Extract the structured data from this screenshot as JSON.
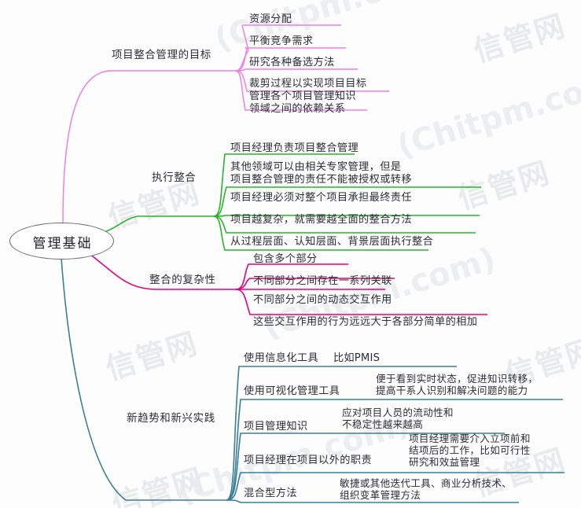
{
  "document": {
    "type": "mind-map",
    "root": "管理基础",
    "watermarks": [
      {
        "text": "(Chitpm.com)",
        "kind": "en"
      },
      {
        "text": "信管网",
        "kind": "cn"
      }
    ]
  },
  "colors": {
    "root_outline": "#6b6b6b",
    "branch_goal": "#ee7fe8",
    "branch_execute": "#28b52c",
    "branch_complexity": "#e6007e",
    "branch_trends": "#3a7f96",
    "text": "#2c2c38",
    "watermark": "#e9eaec",
    "background": "#fdfdfd"
  },
  "branches": [
    {
      "id": "goal",
      "label": "项目整合管理的目标",
      "color": "#ee7fe8",
      "children": [
        {
          "label": "资源分配"
        },
        {
          "label": "平衡竞争需求"
        },
        {
          "label": "研究各种备选方法"
        },
        {
          "label": "裁剪过程以实现项目目标"
        },
        {
          "label": "管理各个项目管理知识\n领域之间的依赖关系"
        }
      ]
    },
    {
      "id": "execute",
      "label": "执行整合",
      "color": "#28b52c",
      "children": [
        {
          "label": "项目经理负责项目整合管理"
        },
        {
          "label": "其他领域可以由相关专家管理，但是\n项目整合管理的责任不能被授权或转移"
        },
        {
          "label": "项目经理必须对整个项目承担最终责任"
        },
        {
          "label": "项目越复杂，就需要越全面的整合方法"
        },
        {
          "label": "从过程层面、认知层面、背景层面执行整合"
        }
      ]
    },
    {
      "id": "complexity",
      "label": "整合的复杂性",
      "color": "#e6007e",
      "children": [
        {
          "label": "包含多个部分"
        },
        {
          "label": "不同部分之间存在一系列关联"
        },
        {
          "label": "不同部分之间的动态交互作用"
        },
        {
          "label": "这些交互作用的行为远远大于各部分简单的相加"
        }
      ]
    },
    {
      "id": "trends",
      "label": "新趋势和新兴实践",
      "color": "#3a7f96",
      "children": [
        {
          "label": "使用信息化工具",
          "detail": "比如PMIS"
        },
        {
          "label": "使用可视化管理工具",
          "detail": "便于看到实时状态，促进知识转移，\n提高干系人识别和解决问题的能力"
        },
        {
          "label": "项目管理知识",
          "detail": "应对项目人员的流动性和\n不稳定性越来越高"
        },
        {
          "label": "项目经理在项目以外的职责",
          "detail": "项目经理需要介入立项前和\n结项后的工作，比如可行性\n研究和效益管理"
        },
        {
          "label": "混合型方法",
          "detail": "敏捷或其他迭代工具、商业分析技术、\n组织变革管理方法"
        }
      ]
    }
  ]
}
